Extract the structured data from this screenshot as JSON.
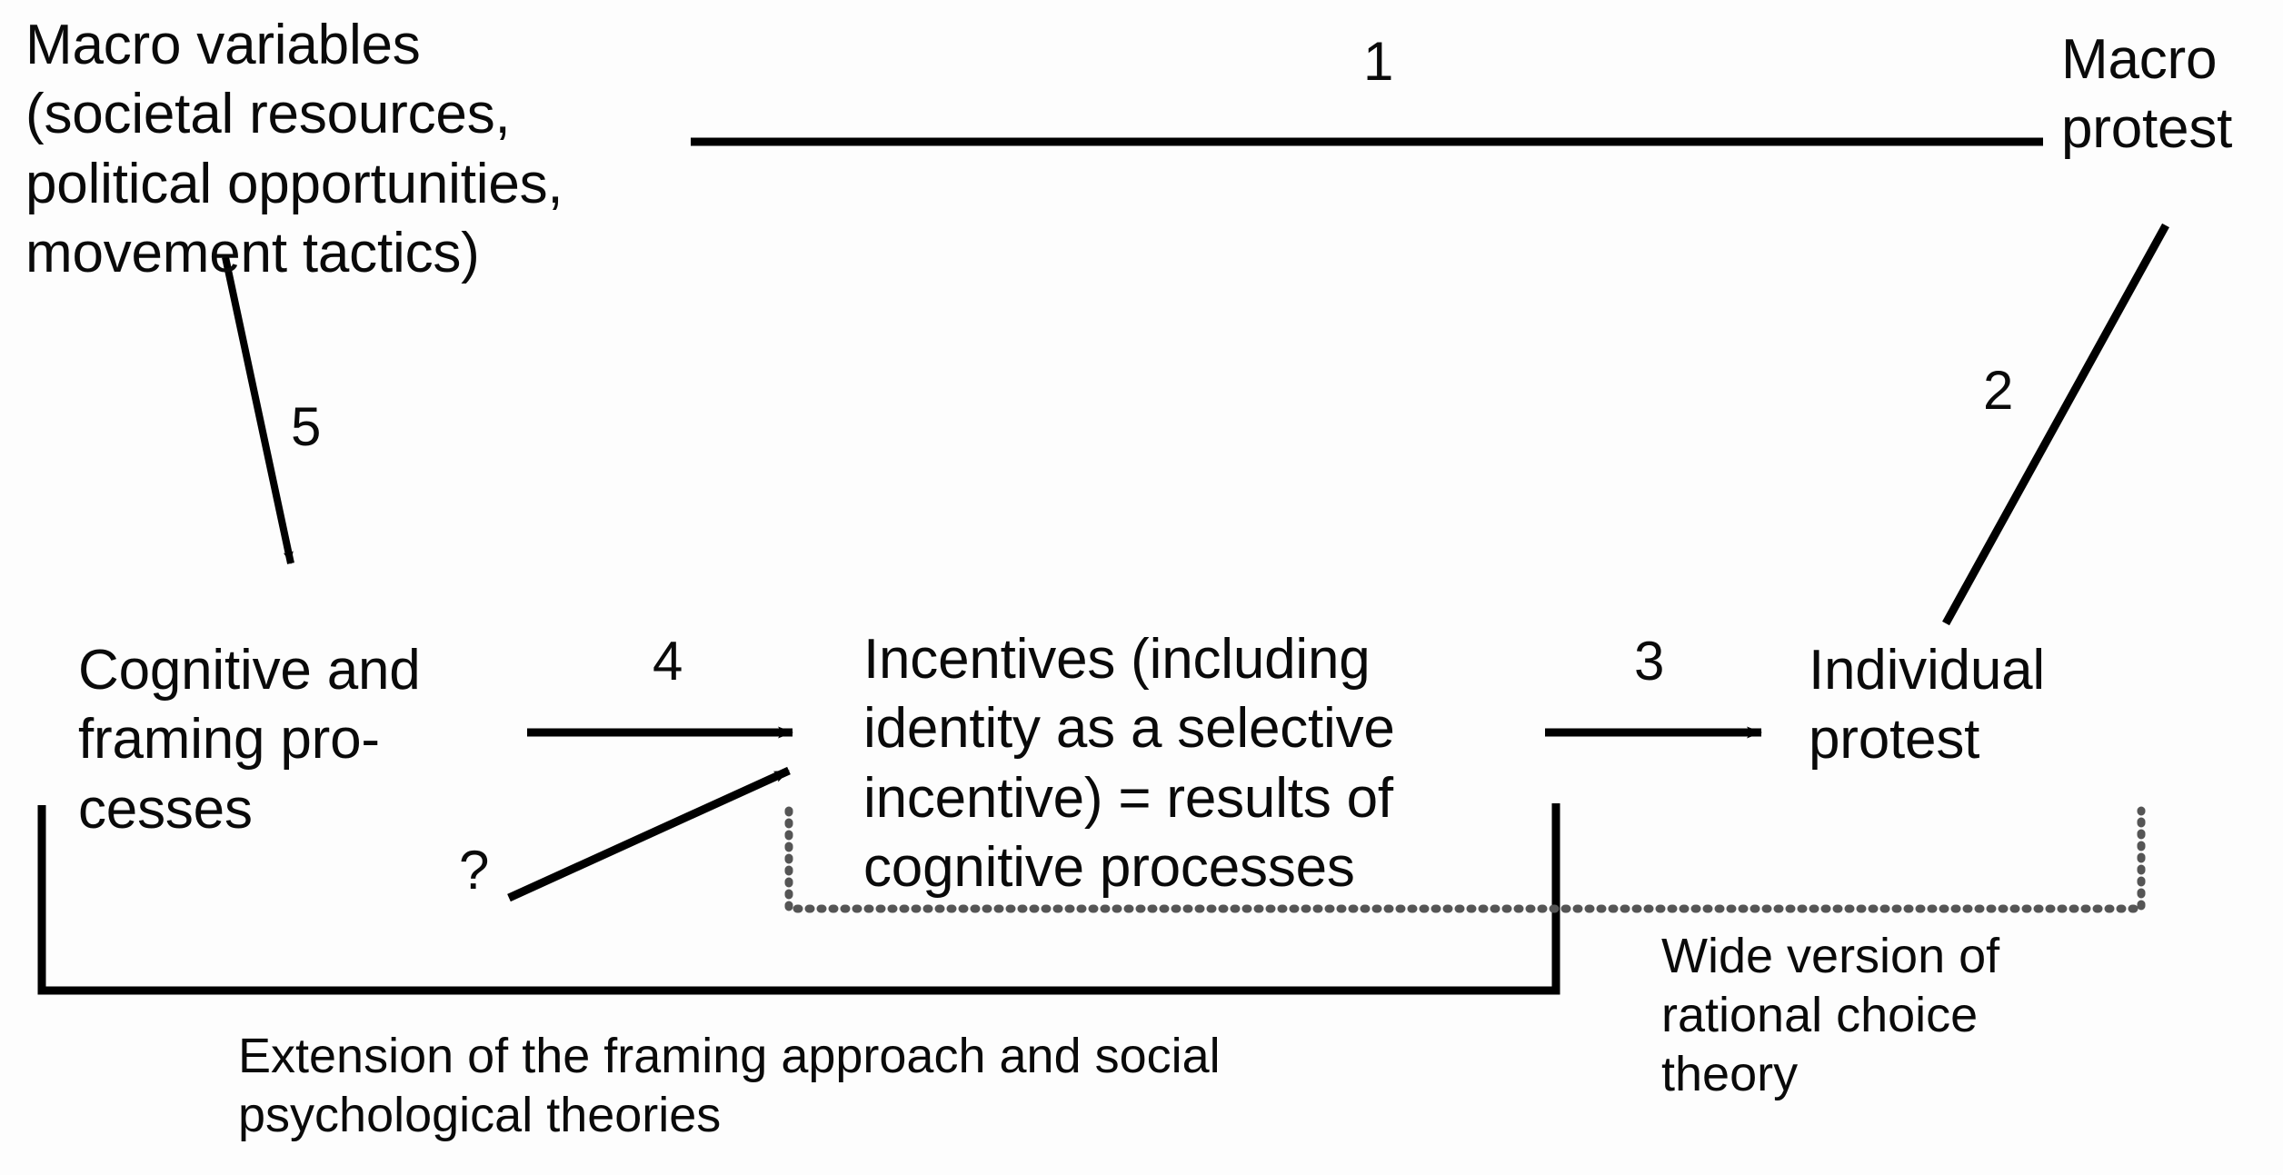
{
  "diagram": {
    "title_visible": false,
    "background": "#ffffff",
    "ink_color": "#000000",
    "nodes": [
      {
        "id": "macro-variables",
        "text": "Macro variables\n(societal resources,\npolitical opportunities,\nmovement tactics)"
      },
      {
        "id": "macro-protest",
        "text": "Macro\nprotest"
      },
      {
        "id": "cognitive-framing",
        "text": "Cognitive and\nframing pro-\ncesses"
      },
      {
        "id": "incentives",
        "text": "Incentives (including\nidentity as a selective\nincentive) = results of\ncognitive processes"
      },
      {
        "id": "individual-protest",
        "text": "Individual\nprotest"
      }
    ],
    "edges": [
      {
        "id": "edge-1",
        "label": "1",
        "from": "macro-variables",
        "to": "macro-protest",
        "style": "plain-line"
      },
      {
        "id": "edge-2",
        "label": "2",
        "from": "macro-protest",
        "to": "individual-protest",
        "style": "plain-line"
      },
      {
        "id": "edge-3",
        "label": "3",
        "from": "incentives",
        "to": "individual-protest",
        "style": "arrow"
      },
      {
        "id": "edge-4",
        "label": "4",
        "from": "cognitive-framing",
        "to": "incentives",
        "style": "arrow"
      },
      {
        "id": "edge-5",
        "label": "5",
        "from": "macro-variables",
        "to": "cognitive-framing",
        "style": "arrow"
      },
      {
        "id": "edge-q",
        "label": "?",
        "from": "unspecified",
        "to": "incentives",
        "style": "arrow"
      }
    ],
    "brackets": [
      {
        "id": "bracket-solid",
        "style": "solid",
        "caption": "Extension of the framing approach and social\npsychological theories"
      },
      {
        "id": "bracket-dotted",
        "style": "dotted",
        "caption": "Wide version of\nrational choice\ntheory"
      }
    ]
  }
}
